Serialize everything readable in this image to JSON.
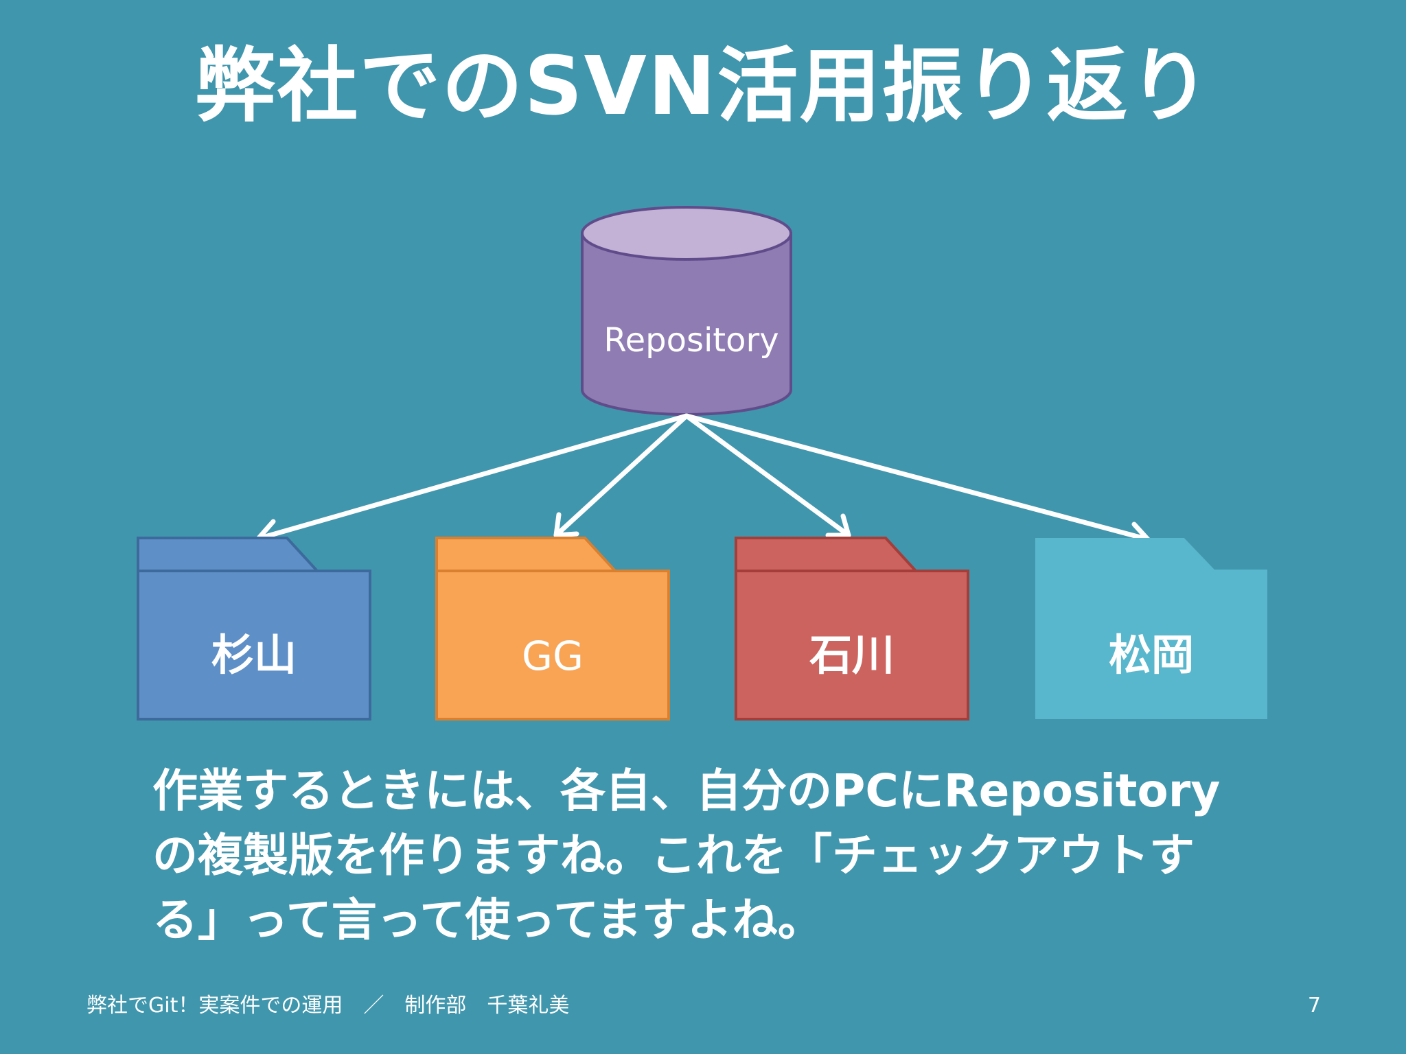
{
  "slide": {
    "title": "弊社でのSVN活用振り返り",
    "repository_label": "Repository",
    "folders": [
      {
        "label": "杉山",
        "color": "#5e8fc6",
        "border": "#3d6a9c"
      },
      {
        "label": "GG",
        "color": "#f9a455",
        "border": "#d98030"
      },
      {
        "label": "石川",
        "color": "#cd635e",
        "border": "#a43e3a"
      },
      {
        "label": "松岡",
        "color": "#58b7cc",
        "border": "#58b7cc"
      }
    ],
    "repository_colors": {
      "body": "#8f7cb3",
      "top": "#c3b2d6",
      "border": "#604c8a"
    },
    "body_lines": [
      "作業するときには、各自、自分のPCにRepository",
      "の複製版を作りますね。これを「チェックアウトす",
      "る」って言って使ってますよね。"
    ],
    "footer": {
      "left": "弊社でGit！実案件での運用　／　制作部　千葉礼美",
      "page": "7"
    }
  }
}
